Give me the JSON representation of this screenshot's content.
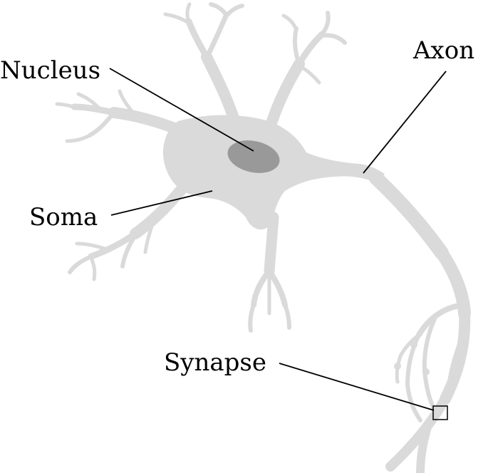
{
  "diagram": {
    "labels": {
      "nucleus": "Nucleus",
      "axon": "Axon",
      "soma": "Soma",
      "synapse": "Synapse"
    },
    "colors": {
      "cell_body": "#dadada",
      "nucleus": "#999999",
      "lines": "#000000",
      "background": "#ffffff"
    }
  }
}
